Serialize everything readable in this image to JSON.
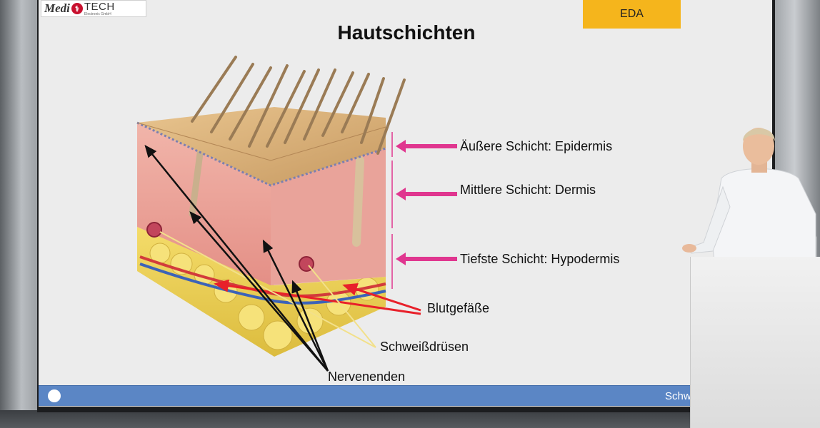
{
  "logo": {
    "brand_left": "Medi",
    "brand_right": "TECH",
    "brand_sub": "Electronic GmbH"
  },
  "badge": {
    "label": "EDA",
    "color": "#f5b51c"
  },
  "slide": {
    "title": "Hautschichten",
    "layers": [
      {
        "label": "Äußere Schicht: Epidermis"
      },
      {
        "label": "Mittlere Schicht: Dermis"
      },
      {
        "label": "Tiefste Schicht: Hypodermis"
      }
    ],
    "structures": {
      "blood_vessels": "Blutgefäße",
      "sweat_glands": "Schweißdrüsen",
      "nerve_endings": "Nervenenden"
    }
  },
  "footer": {
    "text": "Schw",
    "bar_color": "#5b86c5"
  },
  "colors": {
    "layer_arrow": "#e0368f",
    "vessel_arrow": "#e8202a",
    "gland_line": "#f2e08a",
    "nerve_arrow": "#111111"
  }
}
